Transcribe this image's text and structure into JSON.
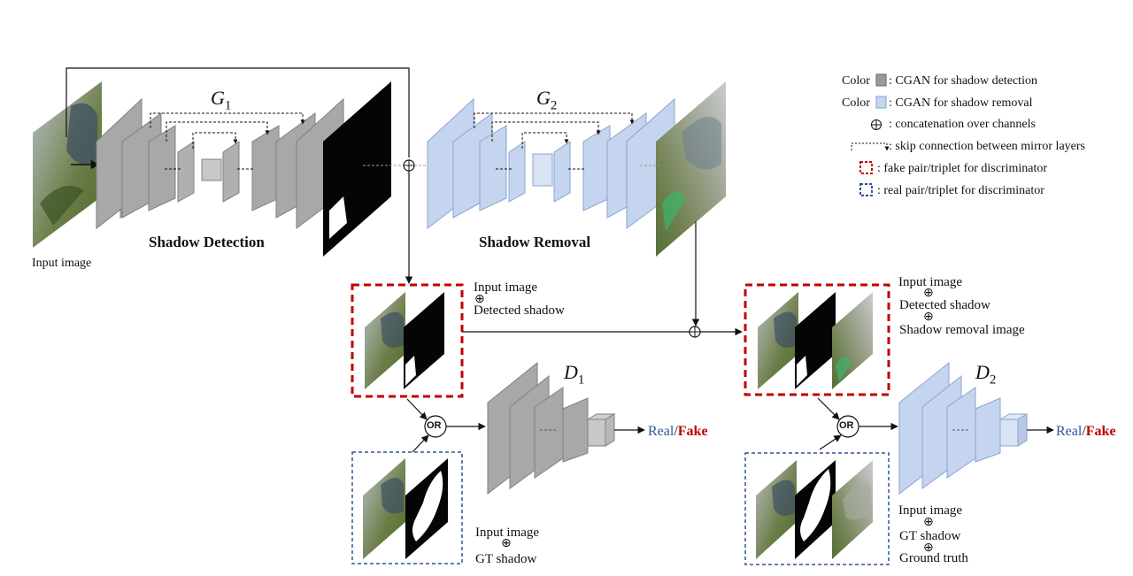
{
  "colors": {
    "detection_gray": "#a6a6a6",
    "removal_blue": "#c5d5ef",
    "fake_border": "#c00000",
    "real_border": "#2f5597",
    "real_text": "#2f5597",
    "fake_text": "#c00000"
  },
  "generators": {
    "g1": {
      "symbol": "G",
      "subscript": "1",
      "caption": "Shadow Detection"
    },
    "g2": {
      "symbol": "G",
      "subscript": "2",
      "caption": "Shadow Removal"
    }
  },
  "input_image_label": "Input image",
  "discriminators": {
    "d1": {
      "symbol": "D",
      "subscript": "1",
      "output_real": "Real",
      "output_sep": "/",
      "output_fake": "Fake",
      "fake_pair_labels": [
        "Input image",
        "Detected shadow"
      ],
      "real_pair_labels": [
        "Input image",
        "GT shadow"
      ]
    },
    "d2": {
      "symbol": "D",
      "subscript": "2",
      "output_real": "Real",
      "output_sep": "/",
      "output_fake": "Fake",
      "fake_triplet_labels": [
        "Input image",
        "Detected shadow",
        "Shadow removal image"
      ],
      "real_triplet_labels": [
        "Input image",
        "GT shadow",
        "Ground truth"
      ]
    }
  },
  "or_label": "OR",
  "legend": [
    {
      "prefix": "Color",
      "swatch": "gray-swatch",
      "text": ": CGAN for shadow detection"
    },
    {
      "prefix": "Color",
      "swatch": "blue-swatch",
      "text": ": CGAN for shadow removal"
    },
    {
      "prefix": "",
      "swatch": "oplus-icon",
      "text": ": concatenation over channels"
    },
    {
      "prefix": "",
      "swatch": "skip-arrow-icon",
      "text": ": skip connection between mirror layers"
    },
    {
      "prefix": "",
      "swatch": "red-dashed-box",
      "text": ": fake pair/triplet for discriminator"
    },
    {
      "prefix": "",
      "swatch": "blue-dashed-box",
      "text": ": real pair/triplet for discriminator"
    }
  ]
}
